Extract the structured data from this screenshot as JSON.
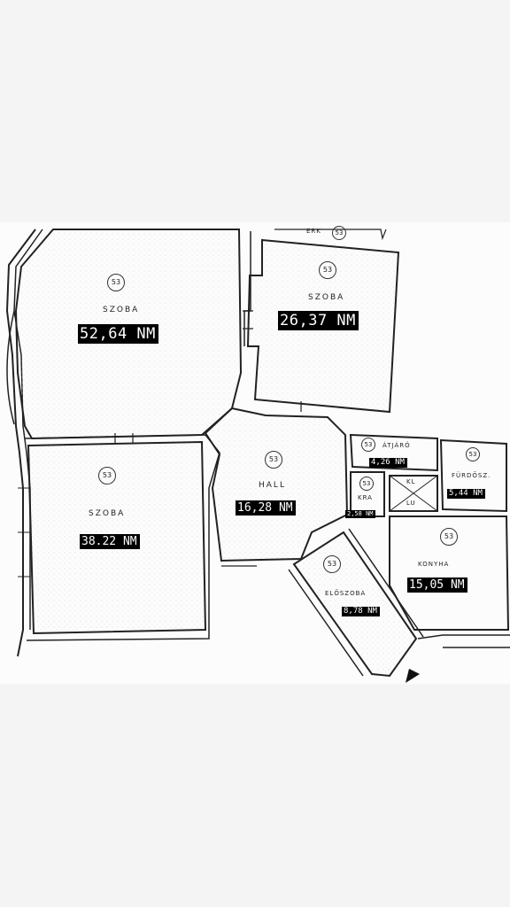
{
  "rooms": {
    "szoba1": {
      "name": "SZOBA",
      "area": "52,64 NM",
      "badge": "53"
    },
    "szoba2": {
      "name": "SZOBA",
      "area": "26,37 NM",
      "badge": "53"
    },
    "szoba3": {
      "name": "SZOBA",
      "area": "38.22 NM",
      "badge": "53"
    },
    "hall": {
      "name": "HALL",
      "area": "16,28 NM",
      "badge": "53"
    },
    "atjaro": {
      "name": "ÁTJÁRÓ",
      "area": "4,26 NM",
      "badge": "53"
    },
    "furdo": {
      "name": "FÜRDŐSZ.",
      "area": "5,44 NM",
      "badge": "53"
    },
    "kra": {
      "name": "KRA",
      "area": "2,58 NM",
      "badge": "53"
    },
    "konyha": {
      "name": "KONYHA",
      "area": "15,05 NM",
      "badge": "53"
    },
    "eloszoba": {
      "name": "ELŐSZOBA",
      "area": "8,78 NM",
      "badge": "53"
    }
  },
  "wc": {
    "top": "KL",
    "bottom": "LU"
  },
  "top_marker": {
    "text": "ERK",
    "badge": "53"
  }
}
